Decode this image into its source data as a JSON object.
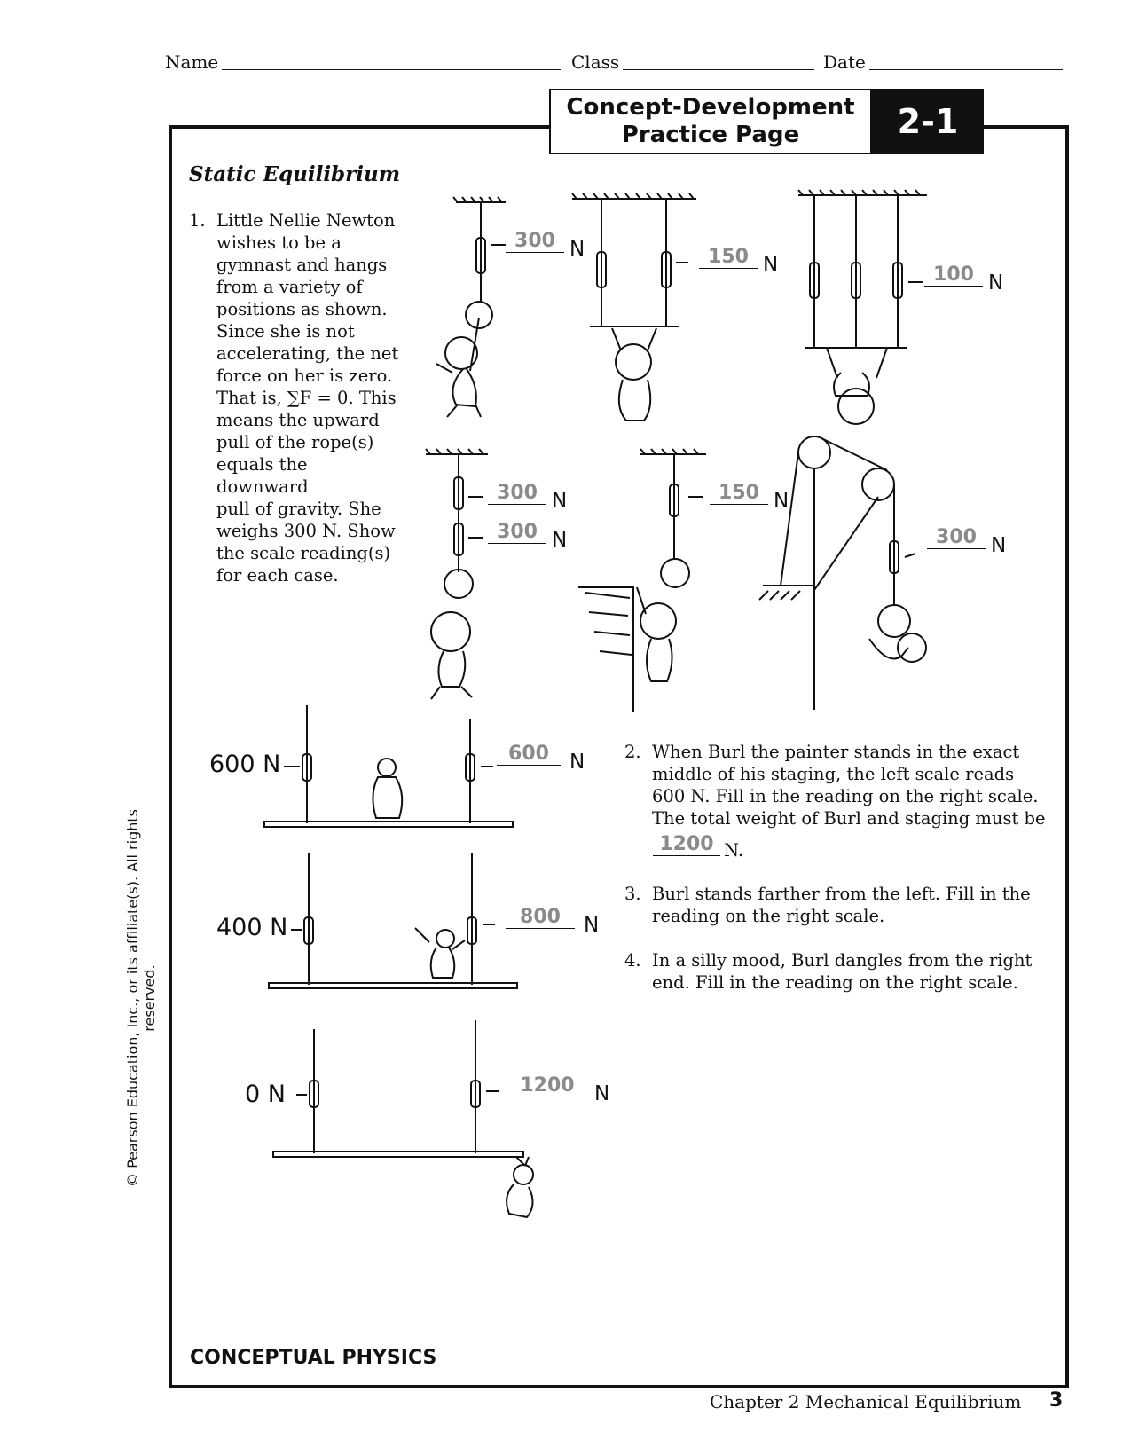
{
  "header": {
    "name_label": "Name",
    "class_label": "Class",
    "date_label": "Date",
    "title_line1": "Concept-Development",
    "title_line2": "Practice Page",
    "title_number": "2-1"
  },
  "section_title": "Static Equilibrium",
  "question1": {
    "number": "1.",
    "text": [
      "Little Nellie Newton",
      "wishes to be a",
      "gymnast and hangs",
      "from a variety of",
      "positions as shown.",
      "Since she is not",
      "accelerating, the net",
      "force on her is zero.",
      "That is, ∑F = 0. This",
      "means the upward",
      "pull of the rope(s)",
      "equals the downward",
      "pull of gravity. She",
      "weighs 300 N. Show",
      "the scale reading(s)",
      "for each case."
    ],
    "answers": [
      "300",
      "150",
      "100",
      "300",
      "300",
      "150",
      "300"
    ],
    "unit": "N"
  },
  "question2": {
    "number": "2.",
    "text": [
      "When Burl the painter stands in the exact",
      "middle of his staging, the left scale reads",
      "600 N. Fill in the reading on the right scale.",
      "The total weight of Burl and staging must be"
    ],
    "total_answer": "1200",
    "total_unit": "N.",
    "left_given": "600 N",
    "right_answer": "600"
  },
  "question3": {
    "number": "3.",
    "text": [
      "Burl stands farther from the left. Fill in the",
      "reading on the right scale."
    ],
    "left_given": "400 N",
    "right_answer": "800"
  },
  "question4": {
    "number": "4.",
    "text": [
      "In a silly mood, Burl dangles from the right",
      "end. Fill in the reading on the right scale."
    ],
    "left_given": "0 N",
    "right_answer": "1200"
  },
  "footer": {
    "book": "CONCEPTUAL PHYSICS",
    "chapter": "Chapter 2   Mechanical Equilibrium",
    "page": "3",
    "copyright": "© Pearson Education, Inc., or its affiliate(s). All rights reserved."
  }
}
